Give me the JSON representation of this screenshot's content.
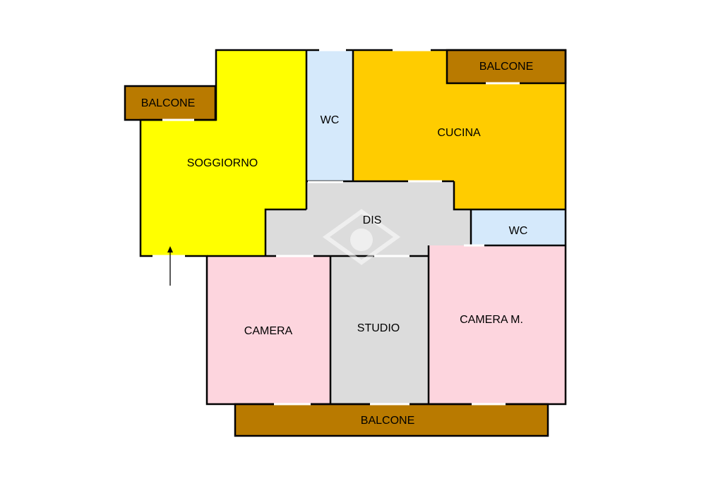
{
  "colors": {
    "living": "#ffff00",
    "kitchen": "#ffcc00",
    "bathroom": "#d5e9fb",
    "hall": "#dcdcdc",
    "bedroom": "#fdd5de",
    "balcony": "#b97a00",
    "wall": "#000000"
  },
  "rooms": {
    "soggiorno": "SOGGIORNO",
    "wc_top": "WC",
    "cucina": "CUCINA",
    "dis": "DIS",
    "wc_right": "WC",
    "camera": "CAMERA",
    "studio": "STUDIO",
    "camera_m": "CAMERA M."
  },
  "balconies": {
    "left": "BALCONE",
    "top_right": "BALCONE",
    "bottom": "BALCONE"
  },
  "icons": {
    "entrance": "entrance-arrow-icon",
    "watermark": "watermark-logo-icon"
  }
}
